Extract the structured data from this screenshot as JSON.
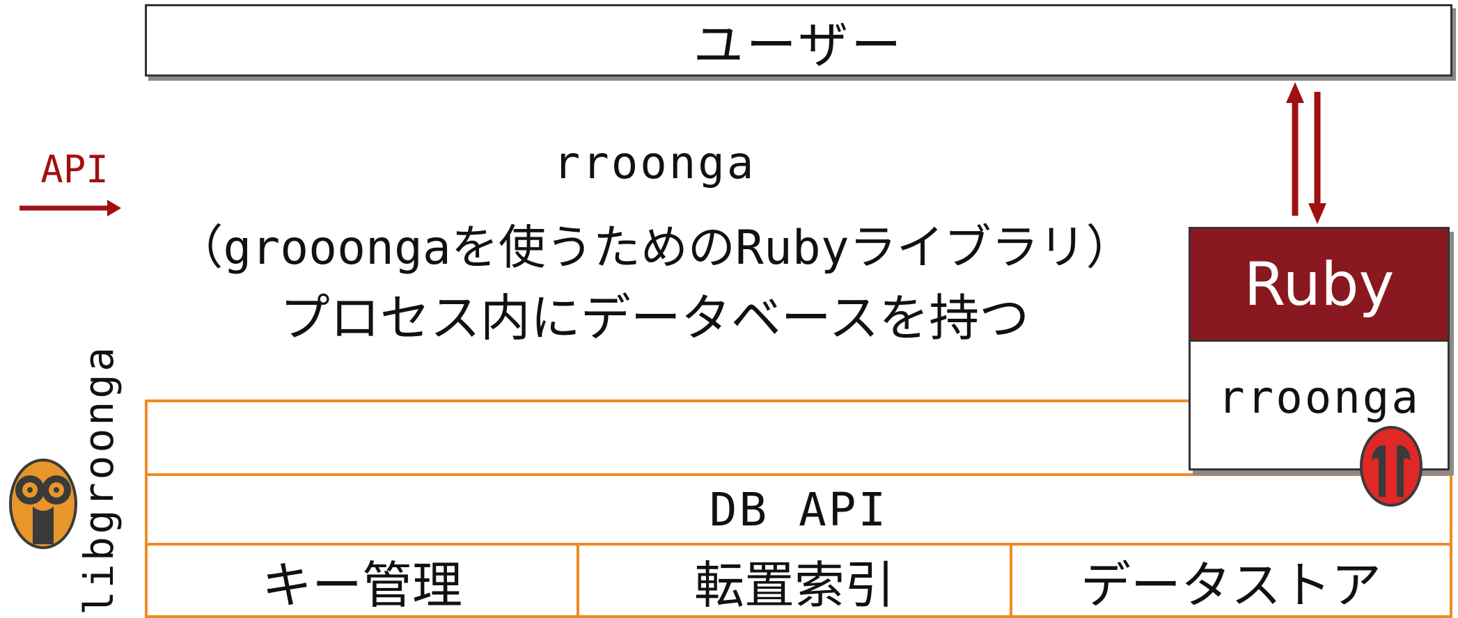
{
  "top": {
    "user_label": "ユーザー"
  },
  "api": {
    "label": "API"
  },
  "description": {
    "line1": "rroonga",
    "line2": "（grooongaを使うためのRubyライブラリ）",
    "line3": "プロセス内にデータベースを持つ"
  },
  "ruby_box": {
    "top_label": "Ruby",
    "bottom_label": "rroonga"
  },
  "libgroonga": {
    "side_label": "libgroonga",
    "db_api_label": "DB API",
    "modules": [
      "キー管理",
      "転置索引",
      "データストア"
    ]
  },
  "colors": {
    "accent_red": "#a01010",
    "ruby_red": "#8a1820",
    "layer_border": "#f08a24",
    "groonga_logo": "#e8962a",
    "rroonga_logo": "#e02828"
  },
  "icons": {
    "groonga_logo": "groonga-logo-icon",
    "rroonga_logo": "rroonga-logo-icon"
  }
}
